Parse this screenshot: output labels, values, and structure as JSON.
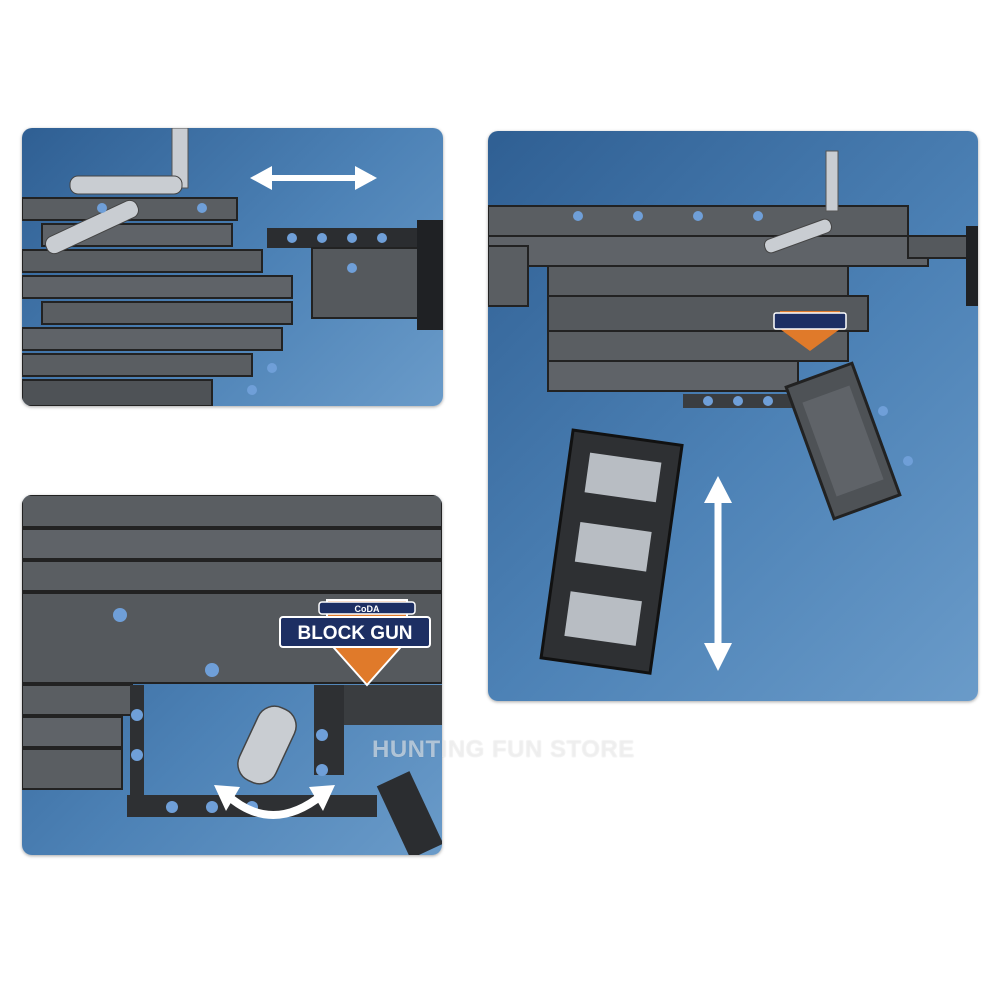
{
  "watermark": "HUNTING FUN STORE",
  "badge": {
    "top_text": "CoDA",
    "main_text": "BLOCK GUN"
  },
  "colors": {
    "background_blue": "#3d72a8",
    "brick_gray": "#5a5e62",
    "brick_dark": "#2b2d30",
    "pin_blue": "#6f9fd8",
    "badge_navy": "#1d2f63",
    "badge_orange": "#e07a2a"
  }
}
